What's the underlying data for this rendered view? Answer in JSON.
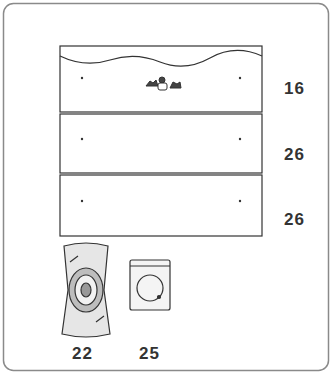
{
  "diagram": {
    "labels": [
      "16",
      "26",
      "26",
      "22",
      "25"
    ]
  }
}
